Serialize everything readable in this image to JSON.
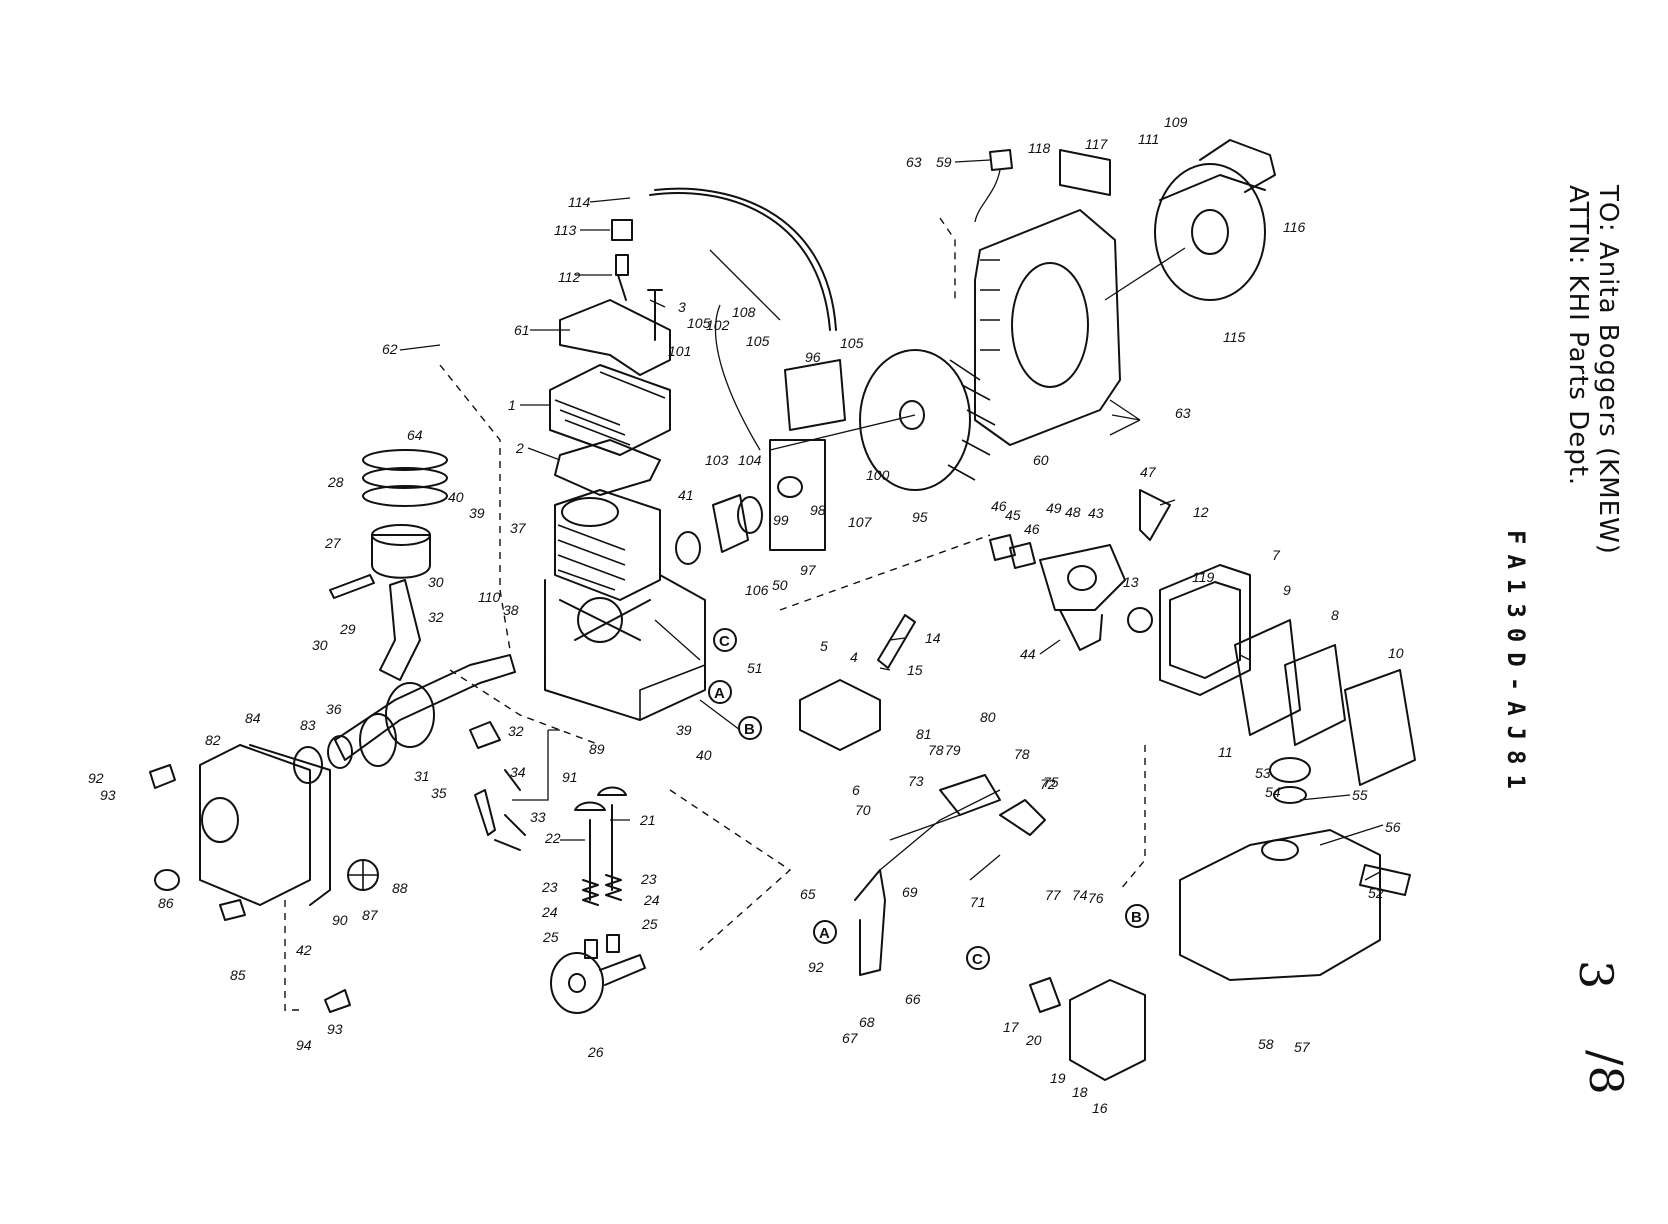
{
  "note": {
    "line1": "TO: Anita Boggers (KMEW)",
    "line2": "ATTN: KHI Parts Dept."
  },
  "model": "FA130D-AJ81",
  "page": {
    "number": "3",
    "total": "/8"
  },
  "callouts": [
    "A",
    "B",
    "C"
  ],
  "parts": [
    "1",
    "2",
    "3",
    "4",
    "5",
    "6",
    "7",
    "8",
    "9",
    "10",
    "11",
    "12",
    "13",
    "14",
    "15",
    "16",
    "17",
    "18",
    "19",
    "20",
    "21",
    "22",
    "23",
    "23",
    "24",
    "24",
    "25",
    "25",
    "26",
    "27",
    "28",
    "29",
    "30",
    "30",
    "31",
    "32",
    "32",
    "33",
    "34",
    "35",
    "36",
    "37",
    "38",
    "39",
    "39",
    "40",
    "40",
    "41",
    "42",
    "43",
    "44",
    "45",
    "46",
    "46",
    "47",
    "48",
    "49",
    "50",
    "51",
    "52",
    "53",
    "54",
    "55",
    "56",
    "57",
    "58",
    "59",
    "60",
    "61",
    "62",
    "63",
    "63",
    "64",
    "65",
    "66",
    "67",
    "68",
    "69",
    "70",
    "71",
    "72",
    "73",
    "74",
    "75",
    "76",
    "77",
    "78",
    "78",
    "79",
    "80",
    "81",
    "82",
    "83",
    "84",
    "85",
    "86",
    "87",
    "88",
    "89",
    "90",
    "91",
    "92",
    "92",
    "93",
    "93",
    "94",
    "95",
    "96",
    "97",
    "98",
    "99",
    "100",
    "101",
    "102",
    "103",
    "104",
    "105",
    "105",
    "105",
    "106",
    "107",
    "108",
    "109",
    "110",
    "111",
    "112",
    "113",
    "114",
    "115",
    "116",
    "117",
    "118",
    "119"
  ]
}
